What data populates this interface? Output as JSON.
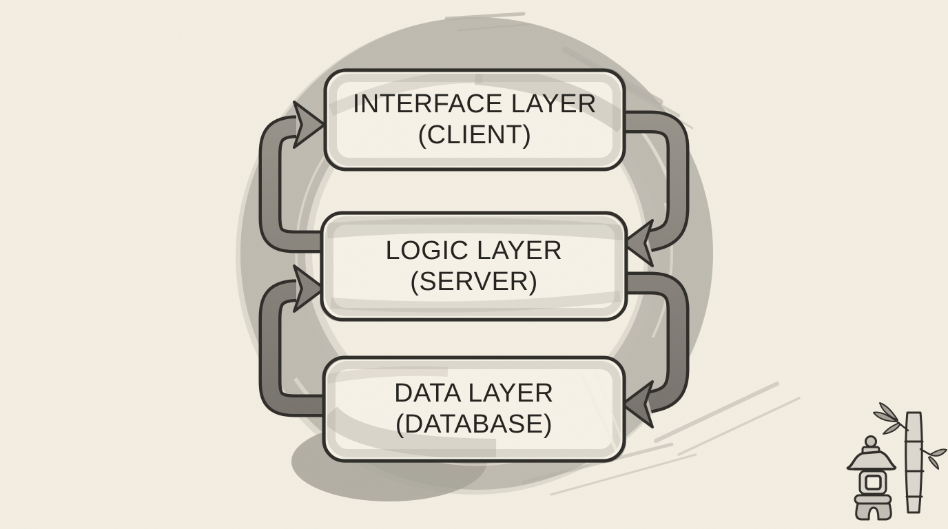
{
  "palette": {
    "paper": "#f3eee2",
    "ink": "#2f2d29",
    "wash": "#b5b1a8",
    "wash-light": "#c6c2b8",
    "arrow": "#8e8a82",
    "box-fill": "#f6f2e7",
    "text": "#262420"
  },
  "diagram": {
    "type": "cycle-flow",
    "style": "hand-drawn ink and watercolor wash (sumi-e)",
    "nodes": [
      {
        "id": "interface-layer",
        "line1": "INTERFACE LAYER",
        "line2": "(CLIENT)"
      },
      {
        "id": "logic-layer",
        "line1": "LOGIC LAYER",
        "line2": "(SERVER)"
      },
      {
        "id": "data-layer",
        "line1": "DATA LAYER",
        "line2": "(DATABASE)"
      }
    ],
    "edges": [
      {
        "from": "interface-layer",
        "to": "logic-layer",
        "side": "right",
        "icon": "curved-arrow-down"
      },
      {
        "from": "logic-layer",
        "to": "data-layer",
        "side": "right",
        "icon": "curved-arrow-down"
      },
      {
        "from": "data-layer",
        "to": "logic-layer",
        "side": "left",
        "icon": "curved-arrow-up"
      },
      {
        "from": "logic-layer",
        "to": "interface-layer",
        "side": "left",
        "icon": "curved-arrow-up"
      }
    ],
    "decorations": [
      {
        "icon": "enso-brush-circle"
      },
      {
        "icon": "stone-lantern"
      },
      {
        "icon": "bamboo"
      }
    ]
  }
}
